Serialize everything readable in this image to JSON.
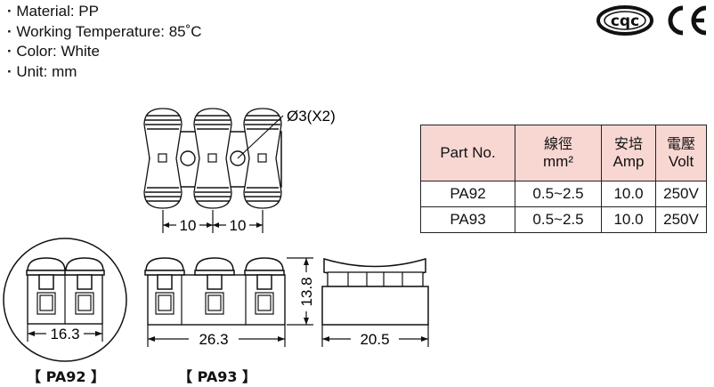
{
  "specs": [
    "Material: PP",
    "Working Temperature: 85˚C",
    "Color: White",
    "Unit: mm"
  ],
  "certifications": {
    "cqc_logo_text": "cqc",
    "ce_logo_text": "CE"
  },
  "drawing": {
    "hole_label": "Ø3(X2)",
    "pitch_left": "10",
    "pitch_right": "10",
    "pa92_width": "16.3",
    "pa93_width": "26.3",
    "height": "13.8",
    "depth": "20.5"
  },
  "captions": {
    "pa92": "【 PA92 】",
    "pa93": "【 PA93 】"
  },
  "table": {
    "headers": {
      "part_no": "Part No.",
      "wire_cn": "線徑",
      "wire_unit": "mm²",
      "amp_cn": "安培",
      "amp_unit": "Amp",
      "volt_cn": "電壓",
      "volt_unit": "Volt"
    },
    "rows": [
      {
        "part": "PA92",
        "wire": "0.5~2.5",
        "amp": "10.0",
        "volt": "250V"
      },
      {
        "part": "PA93",
        "wire": "0.5~2.5",
        "amp": "10.0",
        "volt": "250V"
      }
    ]
  }
}
